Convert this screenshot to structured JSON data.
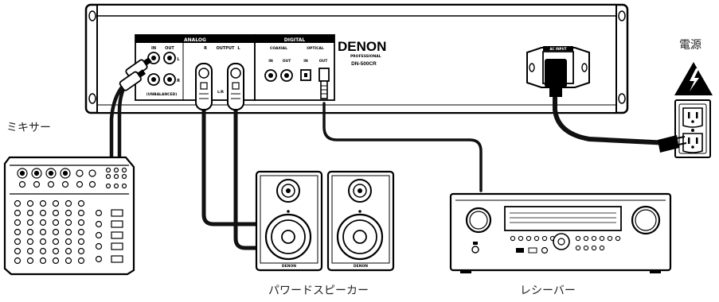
{
  "labels": {
    "mixer": "ミキサー",
    "speakers": "パワードスピーカー",
    "receiver": "レシーバー",
    "power": "電源"
  },
  "unit": {
    "brand": "DENON",
    "brand_sub": "PROFESSIONAL",
    "model": "DN-500CR",
    "analog_header": "ANALOG",
    "digital_header": "DIGITAL",
    "analog_in": "IN",
    "analog_out": "OUT",
    "analog_unbalanced": "(UNBALANCED)",
    "analog_output": "OUTPUT",
    "xlr_r": "R",
    "xlr_l": "L",
    "ch_l": "L",
    "ch_r": "R",
    "xlr_note": "L/R",
    "coaxial": "COAXIAL",
    "coax_in": "IN",
    "coax_out": "OUT",
    "optical": "OPTICAL",
    "opt_in": "IN",
    "opt_out": "OUT",
    "ac_input": "AC INPUT"
  },
  "speaker_brand": "DENON",
  "colors": {
    "line": "#000000",
    "panel": "#ffffff",
    "cable": "#111111",
    "fill_gray": "#e8e8e8"
  }
}
